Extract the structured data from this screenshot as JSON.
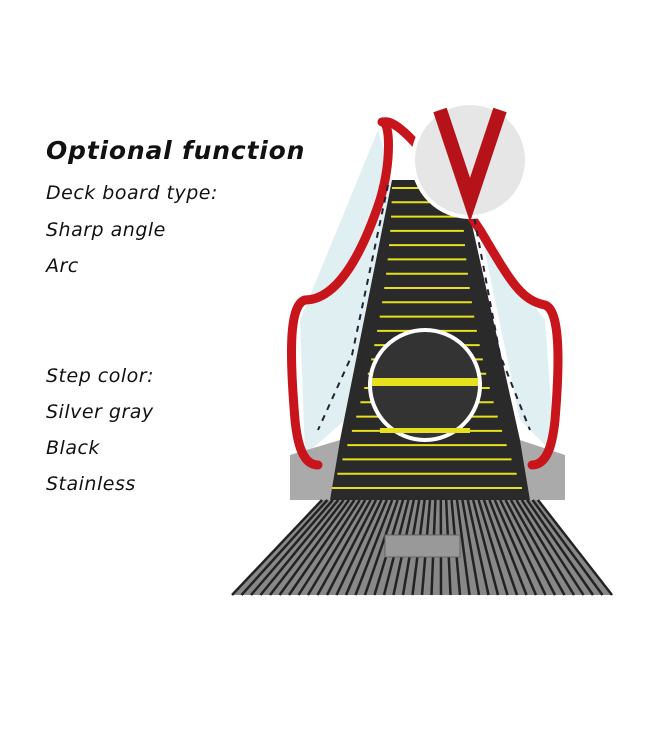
{
  "title": "Optional function",
  "deck_board": {
    "label": "Deck board type:",
    "options": [
      "Sharp angle",
      "Arc"
    ]
  },
  "step_color": {
    "label": "Step color:",
    "options": [
      "Silver gray",
      "Black",
      "Stainless"
    ]
  },
  "colors": {
    "handrail": "#c8141b",
    "step_line": "#e6e01e",
    "step": "#222222",
    "glass": "#d8ecef"
  }
}
